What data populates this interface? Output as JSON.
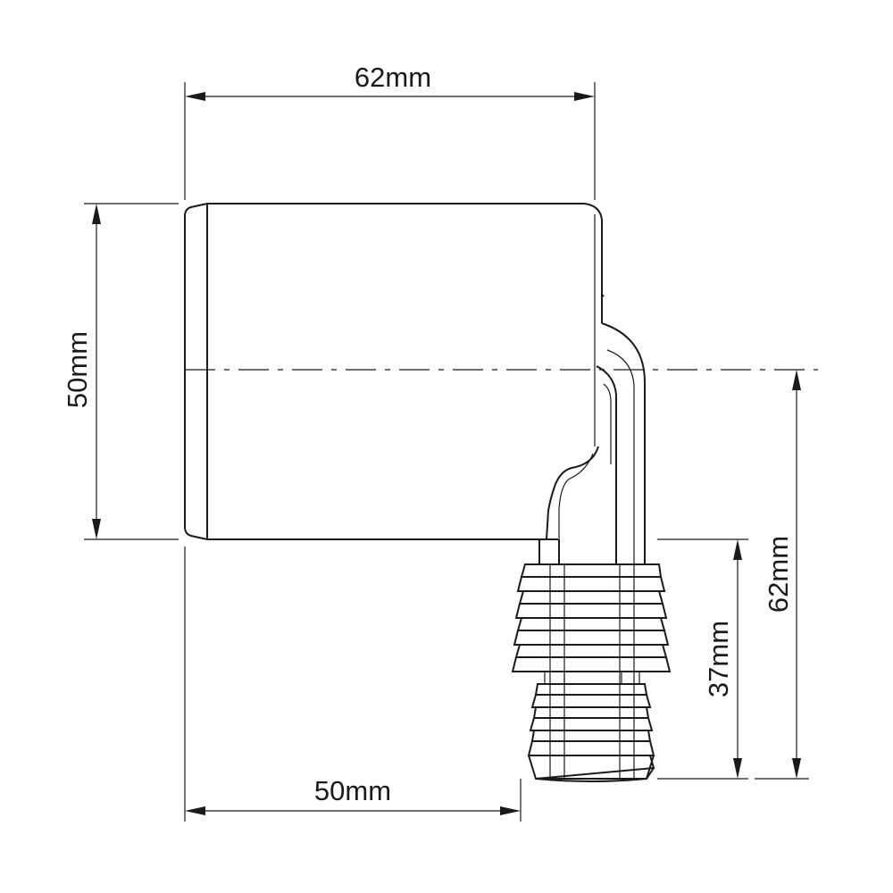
{
  "dimensions": {
    "overall_width": "62mm",
    "body_height": "50mm",
    "overall_height": "62mm",
    "spigot_length": "37mm",
    "spigot_offset": "50mm"
  },
  "colors": {
    "line": "#1a1a1a",
    "background": "#ffffff"
  }
}
